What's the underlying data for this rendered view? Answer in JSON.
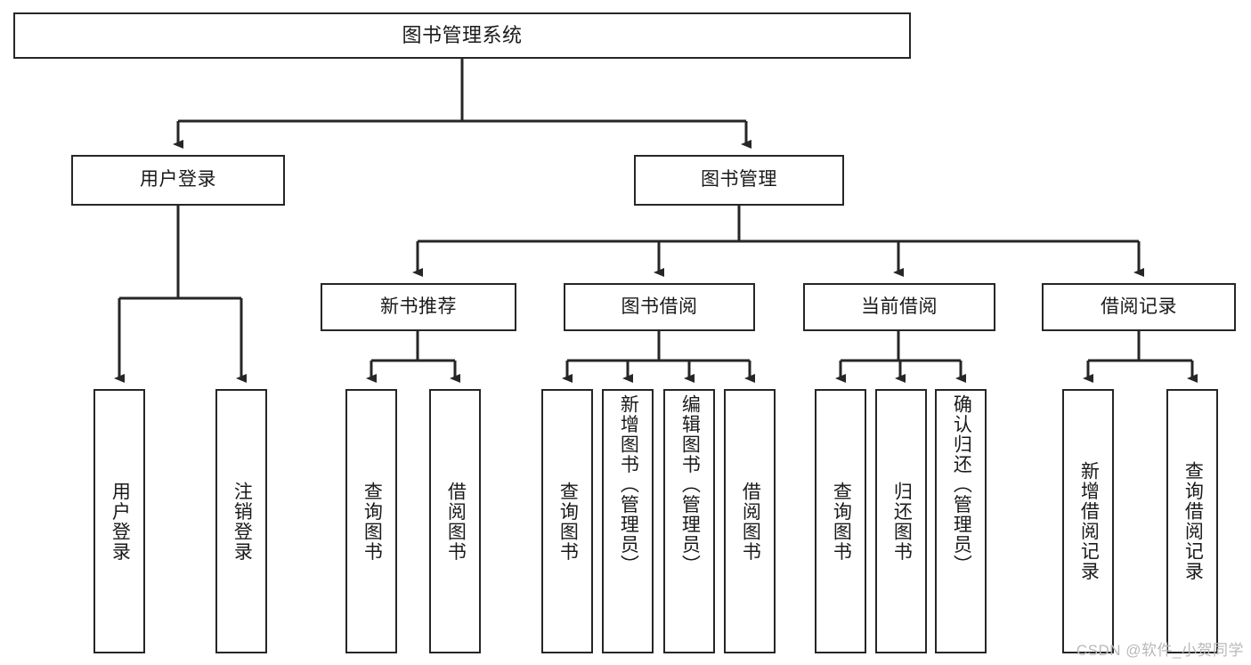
{
  "diagram": {
    "type": "tree-hierarchy",
    "title": "图书管理系统",
    "orientation": "top-down",
    "colors": {
      "box_border": "#262626",
      "box_fill": "#ffffff",
      "connector": "#262626",
      "text": "#1a1a1a",
      "watermark": "#b9b9b9",
      "background": "#ffffff"
    },
    "root": {
      "id": "root",
      "label": "图书管理系统"
    },
    "level2": [
      {
        "id": "user-login",
        "label": "用户登录"
      },
      {
        "id": "book-manage",
        "label": "图书管理"
      }
    ],
    "level3": [
      {
        "id": "new-book-rec",
        "label": "新书推荐",
        "parent": "book-manage"
      },
      {
        "id": "book-borrow",
        "label": "图书借阅",
        "parent": "book-manage"
      },
      {
        "id": "current-borrow",
        "label": "当前借阅",
        "parent": "book-manage"
      },
      {
        "id": "borrow-record",
        "label": "借阅记录",
        "parent": "book-manage"
      }
    ],
    "leaves": [
      {
        "id": "leaf-user-login",
        "label": "用户登录",
        "parent": "user-login"
      },
      {
        "id": "leaf-logout",
        "label": "注销登录",
        "parent": "user-login"
      },
      {
        "id": "leaf-query-book-1",
        "label": "查询图书",
        "parent": "new-book-rec"
      },
      {
        "id": "leaf-borrow-book-1",
        "label": "借阅图书",
        "parent": "new-book-rec"
      },
      {
        "id": "leaf-query-book-2",
        "label": "查询图书",
        "parent": "book-borrow"
      },
      {
        "id": "leaf-add-book",
        "label": "新增图书（管理员）",
        "parent": "book-borrow"
      },
      {
        "id": "leaf-edit-book",
        "label": "编辑图书（管理员）",
        "parent": "book-borrow"
      },
      {
        "id": "leaf-borrow-book-2",
        "label": "借阅图书",
        "parent": "book-borrow"
      },
      {
        "id": "leaf-query-book-3",
        "label": "查询图书",
        "parent": "current-borrow"
      },
      {
        "id": "leaf-return-book",
        "label": "归还图书",
        "parent": "current-borrow"
      },
      {
        "id": "leaf-confirm-return",
        "label": "确认归还（管理员）",
        "parent": "current-borrow"
      },
      {
        "id": "leaf-add-record",
        "label": "新增借阅记录",
        "parent": "borrow-record"
      },
      {
        "id": "leaf-query-record",
        "label": "查询借阅记录",
        "parent": "borrow-record"
      }
    ]
  },
  "watermark": {
    "text": "CSDN @软件_小贺同学"
  }
}
